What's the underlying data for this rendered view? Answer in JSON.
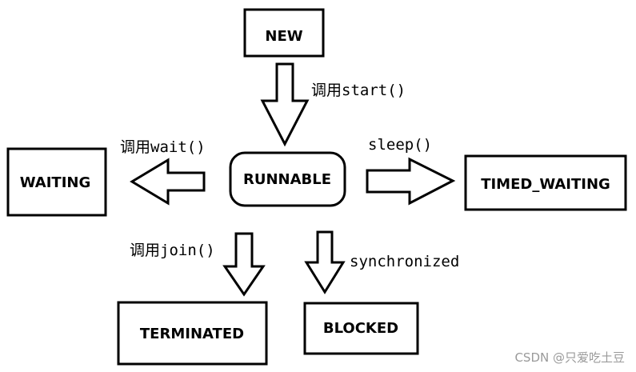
{
  "diagram": {
    "states": {
      "new": "NEW",
      "runnable": "RUNNABLE",
      "waiting": "WAITING",
      "timed_waiting": "TIMED_WAITING",
      "terminated": "TERMINATED",
      "blocked": "BLOCKED"
    },
    "transitions": {
      "start": "调用start()",
      "wait": "调用wait()",
      "sleep": "sleep()",
      "join": "调用join()",
      "synchronized": "synchronized"
    }
  },
  "watermark": "CSDN @只爱吃土豆",
  "colors": {
    "stroke": "#000000",
    "background": "#ffffff",
    "watermark": "#9a9a9a"
  }
}
